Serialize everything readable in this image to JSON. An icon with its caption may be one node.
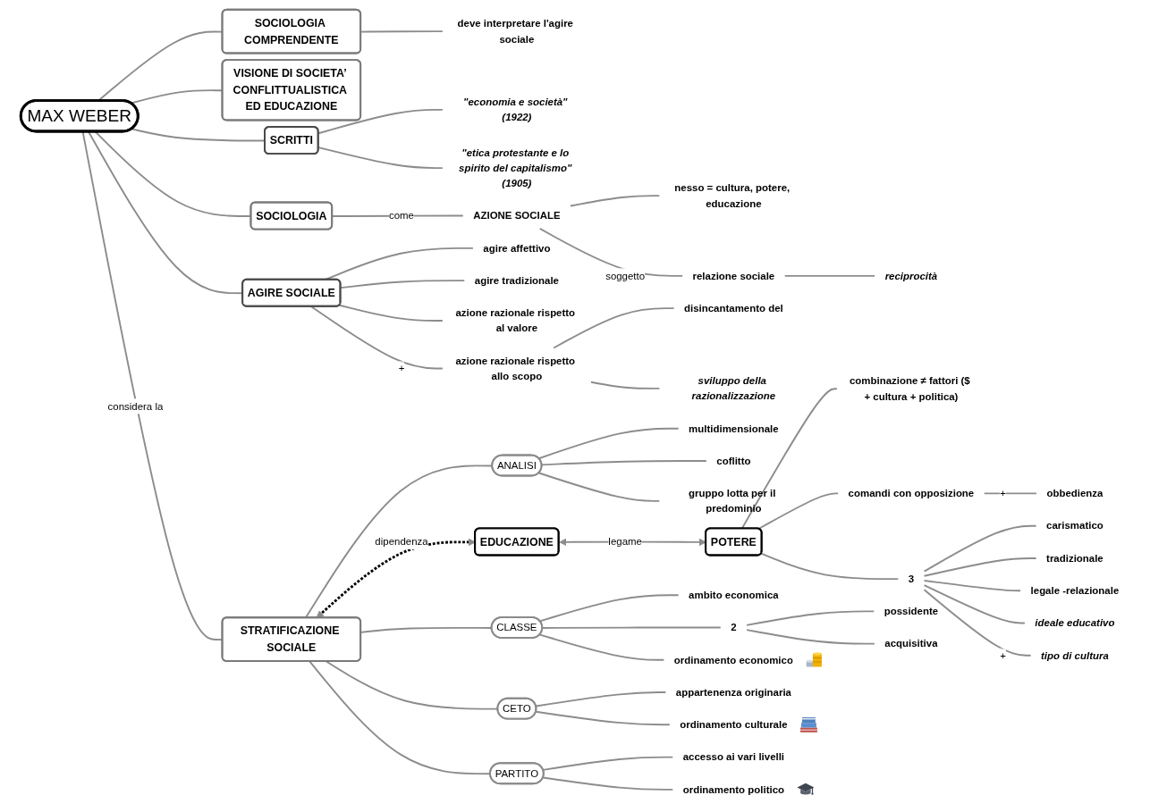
{
  "diagram": {
    "nodes": [
      {
        "text": [
          "MAX WEBER"
        ]
      },
      {
        "text": [
          "SOCIOLOGIA COMPRENDENTE"
        ]
      },
      {
        "text": [
          "deve interpretare l'agire sociale"
        ]
      },
      {
        "text": [
          "VISIONE DI SOCIETA’ CONFLITTUALISTICA ED EDUCAZIONE"
        ]
      },
      {
        "text": [
          "SCRITTI"
        ]
      },
      {
        "text": [
          "\"economia e società\" (1922)"
        ]
      },
      {
        "text": [
          "\"etica protestante e lo spirito del capitalismo\" (1905)"
        ]
      },
      {
        "text": [
          "SOCIOLOGIA"
        ]
      },
      {
        "text": [
          "AZIONE SOCIALE"
        ]
      },
      {
        "text": [
          "nesso = cultura, potere, educazione"
        ]
      },
      {
        "text": [
          "relazione sociale"
        ]
      },
      {
        "text": [
          "reciprocità"
        ]
      },
      {
        "text": [
          "AGIRE SOCIALE"
        ]
      },
      {
        "text": [
          "agire affettivo"
        ]
      },
      {
        "text": [
          "agire tradizionale"
        ]
      },
      {
        "text": [
          "azione razionale rispetto al valore"
        ]
      },
      {
        "text": [
          "azione razionale rispetto allo scopo"
        ]
      },
      {
        "text": [
          "disincantamento del"
        ]
      },
      {
        "text": [
          "sviluppo della razionalizzazione"
        ]
      },
      {
        "text": [
          "STRATIFICAZIONE SOCIALE"
        ]
      },
      {
        "text": [
          "ANALISI"
        ]
      },
      {
        "text": [
          "multidimensionale"
        ]
      },
      {
        "text": [
          "coflitto"
        ]
      },
      {
        "text": [
          "gruppo lotta per il predominio"
        ]
      },
      {
        "text": [
          "EDUCAZIONE"
        ]
      },
      {
        "text": [
          "POTERE"
        ]
      },
      {
        "text": [
          "combinazione ≠ fattori ($ + cultura + politica)"
        ]
      },
      {
        "text": [
          "comandi con opposizione"
        ]
      },
      {
        "text": [
          "obbedienza"
        ]
      },
      {
        "text": [
          "3"
        ]
      },
      {
        "text": [
          "carismatico"
        ]
      },
      {
        "text": [
          "tradizionale"
        ]
      },
      {
        "text": [
          "legale -relazionale"
        ]
      },
      {
        "text": [
          "ideale educativo"
        ]
      },
      {
        "text": [
          "tipo di cultura"
        ]
      },
      {
        "text": [
          "CLASSE"
        ]
      },
      {
        "text": [
          "ambito economica"
        ]
      },
      {
        "text": [
          "2"
        ]
      },
      {
        "text": [
          "possidente"
        ]
      },
      {
        "text": [
          "acquisitiva"
        ]
      },
      {
        "text": [
          "ordinamento economico"
        ]
      },
      {
        "text": [
          "CETO"
        ]
      },
      {
        "text": [
          "appartenenza originaria"
        ]
      },
      {
        "text": [
          "ordinamento culturale"
        ]
      },
      {
        "text": [
          "PARTITO"
        ]
      },
      {
        "text": [
          "accesso ai vari livelli"
        ]
      },
      {
        "text": [
          "ordinamento politico"
        ]
      }
    ],
    "edges": [
      {
        "from": 0,
        "to": 1,
        "arrow": "none"
      },
      {
        "from": 1,
        "to": 2,
        "arrow": "none"
      },
      {
        "from": 0,
        "to": 3,
        "arrow": "none"
      },
      {
        "from": 0,
        "to": 4,
        "arrow": "none"
      },
      {
        "from": 4,
        "to": 5,
        "arrow": "none"
      },
      {
        "from": 4,
        "to": 6,
        "arrow": "none"
      },
      {
        "from": 0,
        "to": 7,
        "arrow": "none"
      },
      {
        "from": 7,
        "to": 8,
        "arrow": "none",
        "label": "come"
      },
      {
        "from": 8,
        "to": 9,
        "arrow": "none"
      },
      {
        "from": 8,
        "to": 10,
        "arrow": "none",
        "label": "soggetto"
      },
      {
        "from": 10,
        "to": 11,
        "arrow": "none"
      },
      {
        "from": 0,
        "to": 12,
        "arrow": "none"
      },
      {
        "from": 12,
        "to": 13,
        "arrow": "none"
      },
      {
        "from": 12,
        "to": 14,
        "arrow": "none"
      },
      {
        "from": 12,
        "to": 15,
        "arrow": "none"
      },
      {
        "from": 12,
        "to": 16,
        "arrow": "none",
        "label": "+"
      },
      {
        "from": 16,
        "to": 17,
        "arrow": "none"
      },
      {
        "from": 16,
        "to": 18,
        "arrow": "none"
      },
      {
        "from": 0,
        "to": 19,
        "arrow": "none",
        "label": "considera la"
      },
      {
        "from": 19,
        "to": 20,
        "arrow": "none"
      },
      {
        "from": 20,
        "to": 21,
        "arrow": "none"
      },
      {
        "from": 20,
        "to": 22,
        "arrow": "none"
      },
      {
        "from": 20,
        "to": 23,
        "arrow": "none"
      },
      {
        "from": 19,
        "to": 24,
        "arrow": "both",
        "label": "dipendenza",
        "style": "dashed",
        "color": "#000000"
      },
      {
        "from": 24,
        "to": 25,
        "arrow": "both",
        "label": "legame"
      },
      {
        "from": 25,
        "to": 26,
        "arrow": "none"
      },
      {
        "from": 25,
        "to": 27,
        "arrow": "none"
      },
      {
        "from": 27,
        "to": 28,
        "arrow": "none",
        "label": "+"
      },
      {
        "from": 25,
        "to": 29,
        "arrow": "none"
      },
      {
        "from": 29,
        "to": 30,
        "arrow": "none"
      },
      {
        "from": 29,
        "to": 31,
        "arrow": "none"
      },
      {
        "from": 29,
        "to": 32,
        "arrow": "none"
      },
      {
        "from": 29,
        "to": 33,
        "arrow": "none"
      },
      {
        "from": 29,
        "to": 34,
        "arrow": "none",
        "label": "+"
      },
      {
        "from": 19,
        "to": 35,
        "arrow": "none"
      },
      {
        "from": 35,
        "to": 36,
        "arrow": "none"
      },
      {
        "from": 35,
        "to": 37,
        "arrow": "none"
      },
      {
        "from": 37,
        "to": 38,
        "arrow": "none"
      },
      {
        "from": 37,
        "to": 39,
        "arrow": "none"
      },
      {
        "from": 35,
        "to": 40,
        "arrow": "none"
      },
      {
        "from": 19,
        "to": 41,
        "arrow": "none"
      },
      {
        "from": 41,
        "to": 42,
        "arrow": "none"
      },
      {
        "from": 41,
        "to": 43,
        "arrow": "none"
      },
      {
        "from": 19,
        "to": 44,
        "arrow": "none"
      },
      {
        "from": 44,
        "to": 45,
        "arrow": "none"
      },
      {
        "from": 44,
        "to": 46,
        "arrow": "none"
      }
    ]
  }
}
